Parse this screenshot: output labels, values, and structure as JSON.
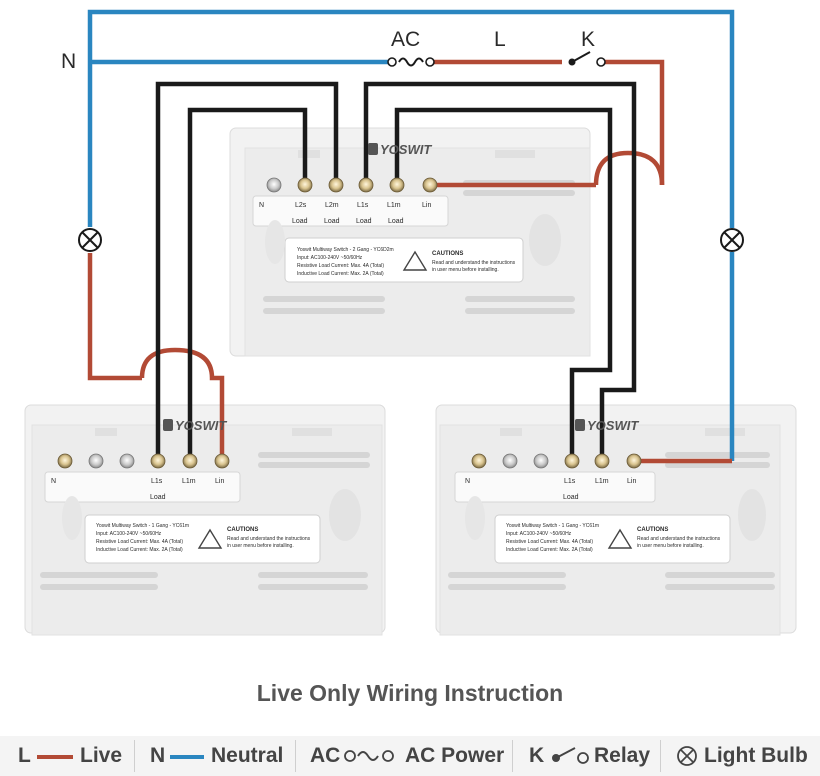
{
  "top_labels": {
    "neutral": "N",
    "ac": "AC",
    "live": "L",
    "relay": "K"
  },
  "brand": "YOSWIT",
  "panels": {
    "top": {
      "terminals": [
        "N",
        "L2s",
        "L2m",
        "L1s",
        "L1m",
        "Lin"
      ],
      "load_labels": [
        "Load",
        "Load",
        "Load",
        "Load"
      ],
      "info": [
        "Yoswit Multiway Switch - 2 Gang - YC6D2m",
        "Input: AC100-240V ~50/60Hz",
        "Resistive Load Current: Max. 4A (Total)",
        "Inductive Load Current: Max. 2A (Total)"
      ],
      "caution_title": "CAUTIONS",
      "caution_text": [
        "Read and understand the instructions",
        "in user menu before installing."
      ]
    },
    "left": {
      "terminals": [
        "N",
        "L1s",
        "L1m",
        "Lin"
      ],
      "load_labels": [
        "Load"
      ],
      "info": [
        "Yoswit Multiway Switch - 1 Gang - YC61m",
        "Input: AC100-240V ~50/60Hz",
        "Resistive Load Current: Max. 4A (Total)",
        "Inductive Load Current: Max. 2A (Total)"
      ],
      "caution_title": "CAUTIONS",
      "caution_text": [
        "Read and understand the instructions",
        "in user menu before installing."
      ]
    },
    "right": {
      "terminals": [
        "N",
        "L1s",
        "L1m",
        "Lin"
      ],
      "load_labels": [
        "Load"
      ],
      "info": [
        "Yoswit Multiway Switch - 1 Gang - YC61m",
        "Input: AC100-240V ~50/60Hz",
        "Resistive Load Current: Max. 4A (Total)",
        "Inductive Load Current: Max. 2A (Total)"
      ],
      "caution_title": "CAUTIONS",
      "caution_text": [
        "Read and understand the instructions",
        "in user menu before installing."
      ]
    }
  },
  "title": "Live Only Wiring Instruction",
  "legend": {
    "live_key": "L",
    "live_label": "Live",
    "neutral_key": "N",
    "neutral_label": "Neutral",
    "ac_key": "AC",
    "ac_label": "AC Power",
    "relay_key": "K",
    "relay_label": "Relay",
    "bulb_label": "Light Bulb"
  },
  "colors": {
    "live": "#b24a35",
    "neutral": "#2a86c0",
    "black": "#1a1a1a",
    "panel": "#efefef",
    "panel_stroke": "#dedede"
  }
}
